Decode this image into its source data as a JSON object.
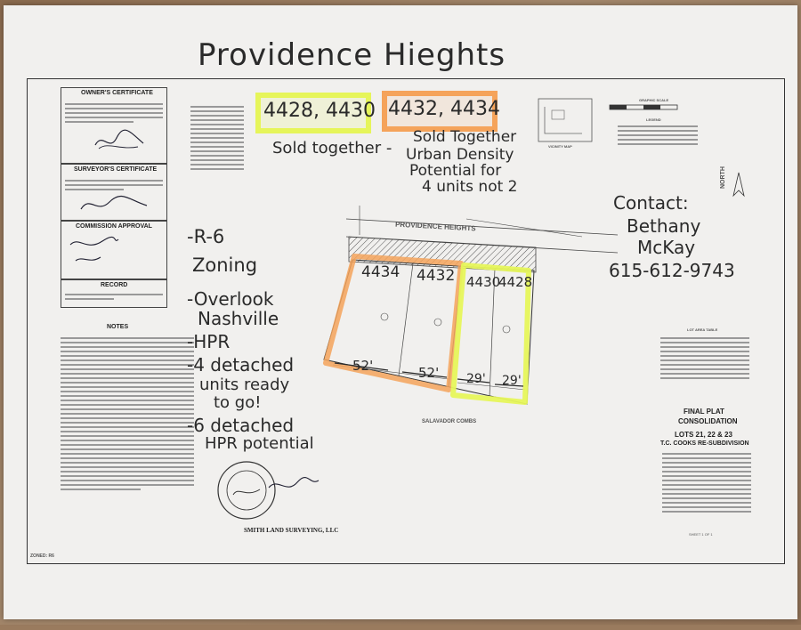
{
  "handwritten": {
    "title": "Providence Hieghts",
    "lots_yellow": "4428, 4430",
    "lots_orange": "4432, 4434",
    "sold_together_left": "Sold together -",
    "sold_together_right_lines": [
      "Sold Together",
      "Urban Density",
      "Potential for",
      "4 units not 2"
    ],
    "contact_lines": [
      "Contact:",
      "Bethany",
      "McKay",
      "615-612-9743"
    ],
    "notes": [
      {
        "text": "-R-6"
      },
      {
        "text": "Zoning"
      },
      {
        "text": "-Overlook"
      },
      {
        "text": "Nashville"
      },
      {
        "text": "-HPR"
      },
      {
        "text": "-4 detached"
      },
      {
        "text": "units ready"
      },
      {
        "text": "to go!"
      },
      {
        "text": "-6 detached"
      },
      {
        "text": "HPR potential"
      }
    ],
    "lot_numbers_orange": [
      "4434",
      "4432"
    ],
    "lot_numbers_yellow": [
      "4430",
      "4428"
    ],
    "widths_orange": [
      "52'",
      "52'"
    ],
    "widths_yellow": [
      "29'",
      "29'"
    ]
  },
  "plat": {
    "owners_certificate": "OWNER'S CERTIFICATE",
    "surveyors_certificate": "SURVEYOR'S CERTIFICATE",
    "commission_approval": "COMMISSION APPROVAL",
    "record": "RECORD",
    "notes_heading": "NOTES",
    "street_name": "PROVIDENCE HEIGHTS",
    "street_below": "SALAVADOR COMBS",
    "vicinity_map": "VICINITY MAP",
    "legend": "LEGEND",
    "graphic_scale": "GRAPHIC SCALE",
    "north": "NORTH",
    "lot_area_table": "LOT AREA TABLE",
    "title_lines": [
      "FINAL PLAT",
      "CONSOLIDATION",
      "LOTS 21, 22 & 23",
      "T.C. COOKS RE-SUBDIVISION"
    ],
    "surveyor_name": "SMITH LAND SURVEYING, LLC",
    "zoned": "ZONED: R6",
    "sheet": "SHEET 1 OF 1"
  },
  "colors": {
    "highlight_yellow": "#e6f55a",
    "highlight_orange": "#f5a35a",
    "paper": "#f1f0ee",
    "ink": "#2a2a2a"
  }
}
